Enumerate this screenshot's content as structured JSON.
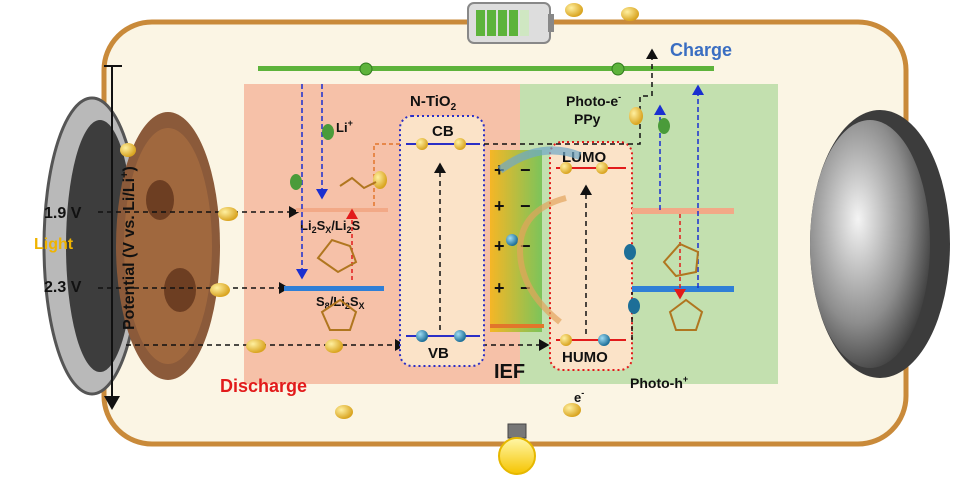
{
  "labels": {
    "charge": "Charge",
    "discharge": "Discharge",
    "light": "Light",
    "ief": "IEF",
    "photo_e": "Photo-e",
    "photo_e_sup": "-",
    "ppy": "PPy",
    "photo_h": "Photo-h",
    "photo_h_sup": "+",
    "electron": "e",
    "electron_sup": "-",
    "axis_title": "Potential (V vs. Li/Li",
    "axis_title_sup": "+",
    "axis_title_end": ")",
    "v19": "1.9 V",
    "v23": "2.3 V",
    "li_ion": "Li",
    "li_ion_sup": "+",
    "tio2_main": "N-TiO",
    "tio2_sub": "2",
    "cb": "CB",
    "vb": "VB",
    "lumo": "LUMO",
    "humo": "HUMO",
    "li2sx_li2s": [
      "Li",
      "2",
      "S",
      "X",
      "/Li",
      "2",
      "S"
    ],
    "s8_li2sx": [
      "S",
      "8",
      "/Li",
      "2",
      "S",
      "X"
    ],
    "plus": "+",
    "minus": "−"
  },
  "colors": {
    "charge": "#3a6ec2",
    "discharge": "#e21b1b",
    "light": "#f0b400",
    "wire": "#c98a3a",
    "discharge_region": "#f4b79e",
    "photo_region": "#b9dca6",
    "green_bar": "#5db33b",
    "blue_level": "#2f7fd6",
    "orange_level": "#f2a987"
  }
}
